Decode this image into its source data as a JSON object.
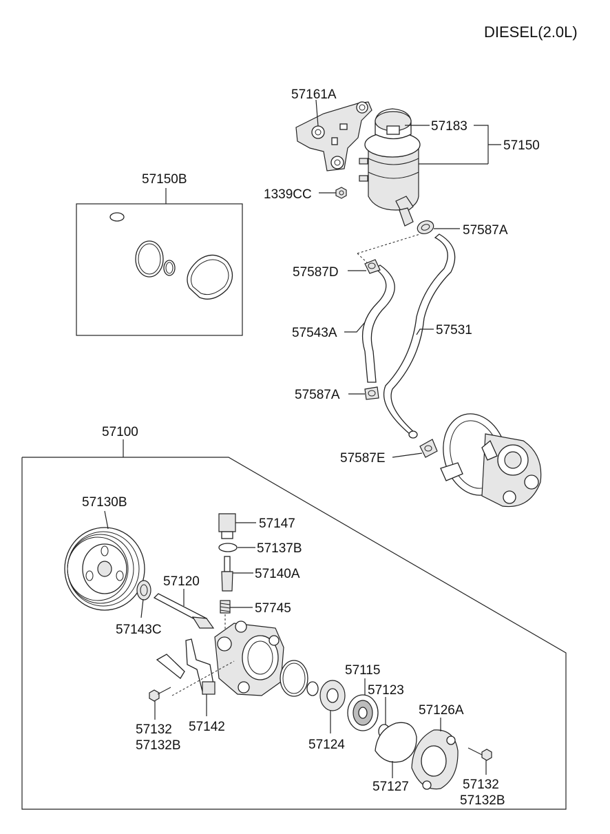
{
  "title": "DIESEL(2.0L)",
  "labels": {
    "p57161A": "57161A",
    "p57183": "57183",
    "p57150": "57150",
    "p57150B": "57150B",
    "p1339CC": "1339CC",
    "p57587A_top": "57587A",
    "p57587D": "57587D",
    "p57543A": "57543A",
    "p57531": "57531",
    "p57587A_mid": "57587A",
    "p57587E": "57587E",
    "p57100": "57100",
    "p57130B": "57130B",
    "p57147": "57147",
    "p57137B": "57137B",
    "p57140A": "57140A",
    "p57120": "57120",
    "p57745": "57745",
    "p57143C": "57143C",
    "p57115": "57115",
    "p57123": "57123",
    "p57126A": "57126A",
    "p57132_l": "57132",
    "p57132B_l": "57132B",
    "p57142": "57142",
    "p57124": "57124",
    "p57127": "57127",
    "p57132_r": "57132",
    "p57132B_r": "57132B"
  }
}
